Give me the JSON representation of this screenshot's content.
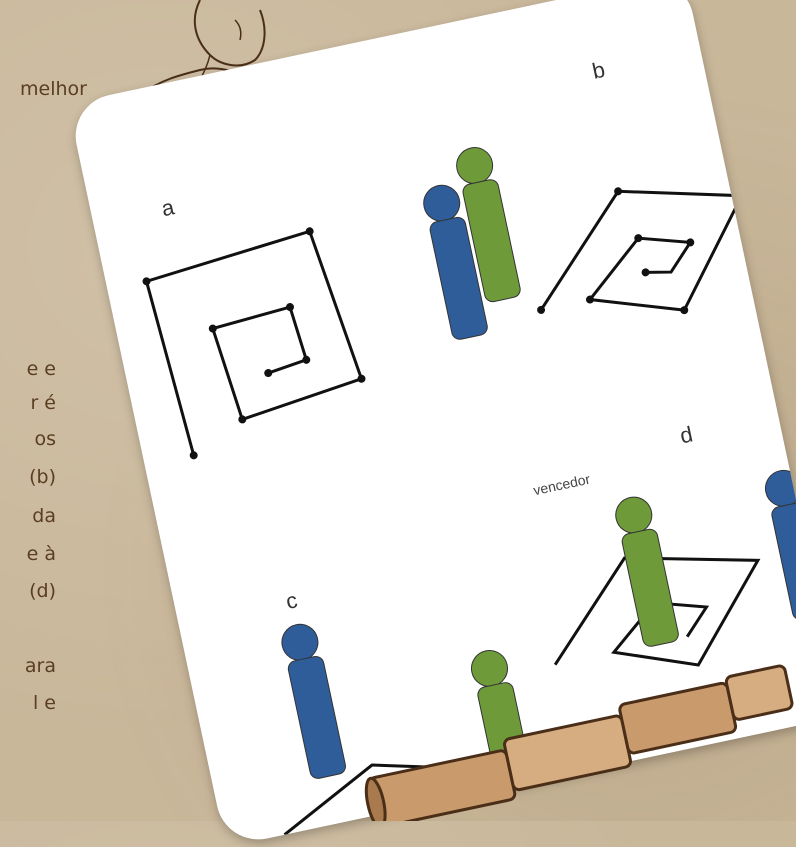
{
  "background": {
    "top_word": "melhor",
    "left_fragments": [
      "e e",
      "r é",
      "os",
      "(b)",
      "da",
      "e à",
      "(d)",
      "ara",
      "l e"
    ]
  },
  "figure": {
    "labels": {
      "a": "a",
      "b": "b",
      "c": "c",
      "d": "d"
    },
    "winner_label": "vencedor"
  },
  "colors": {
    "blue_figure": "#2f5d9a",
    "green_figure": "#6e9a3a",
    "ink": "#5a3d22"
  }
}
